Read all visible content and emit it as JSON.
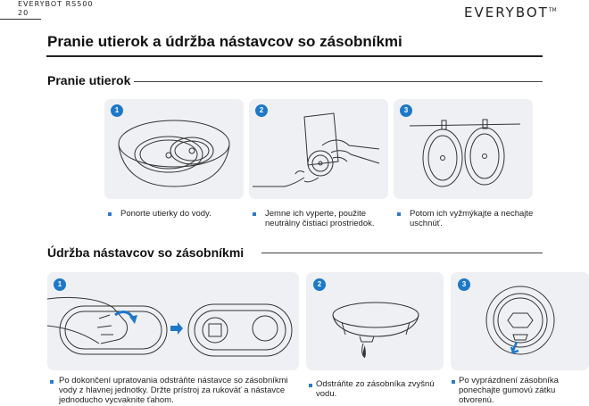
{
  "header": {
    "model": "EVERYBOT RS500",
    "page_number": "20",
    "brand": "EVERYBOT",
    "brand_mark": "TM"
  },
  "page_title": "Pranie utierok a údržba nástavcov so zásobníkmi",
  "section_washing": {
    "title": "Pranie utierok",
    "steps": [
      {
        "number": "1",
        "caption": "Ponorte utierky do vody."
      },
      {
        "number": "2",
        "caption": "Jemne ich vyperte, použite neutrálny čistiaci prostriedok."
      },
      {
        "number": "3",
        "caption": "Potom ich vyžmýkajte a nechajte uschnúť."
      }
    ]
  },
  "section_maintenance": {
    "title": "Údržba nástavcov so zásobníkmi",
    "steps": [
      {
        "number": "1",
        "caption": "Po dokončení upratovania odstráňte nástavce so zásobníkmi vody z hlavnej jednotky. Držte prístroj za rukoväť a nástavce jednoducho vycvaknite ťahom."
      },
      {
        "number": "2",
        "caption": "Odstráňte zo zásobníka zvyšnú vodu."
      },
      {
        "number": "3",
        "caption": "Po vyprázdnení zásobníka ponechajte gumovú zátku otvorenú."
      }
    ]
  },
  "colors": {
    "accent": "#1e78c8",
    "panel": "#eef0f3"
  }
}
